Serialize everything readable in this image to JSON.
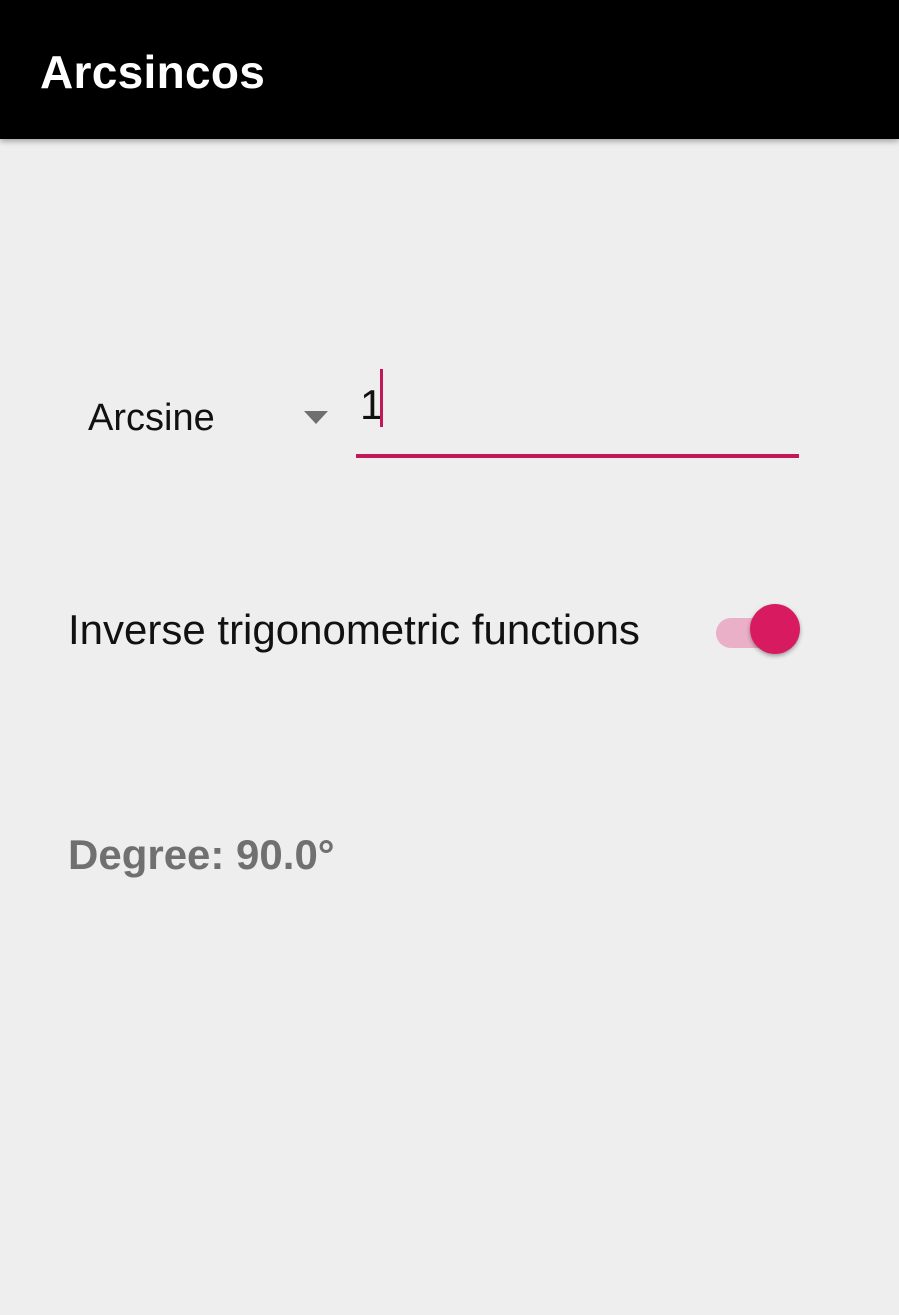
{
  "app": {
    "title": "Arcsincos"
  },
  "function_select": {
    "selected": "Arcsine"
  },
  "input": {
    "value": "1"
  },
  "inverse_switch": {
    "label": "Inverse trigonometric functions",
    "checked": true
  },
  "result": {
    "text": "Degree: 90.0°"
  },
  "colors": {
    "appbar": "#000000",
    "background": "#eeeeee",
    "accent": "#d81b60",
    "accent_track": "#eab0c8",
    "underline": "#c2185b",
    "result_text": "#707070"
  },
  "icons": {
    "dropdown": "chevron-down-icon"
  }
}
